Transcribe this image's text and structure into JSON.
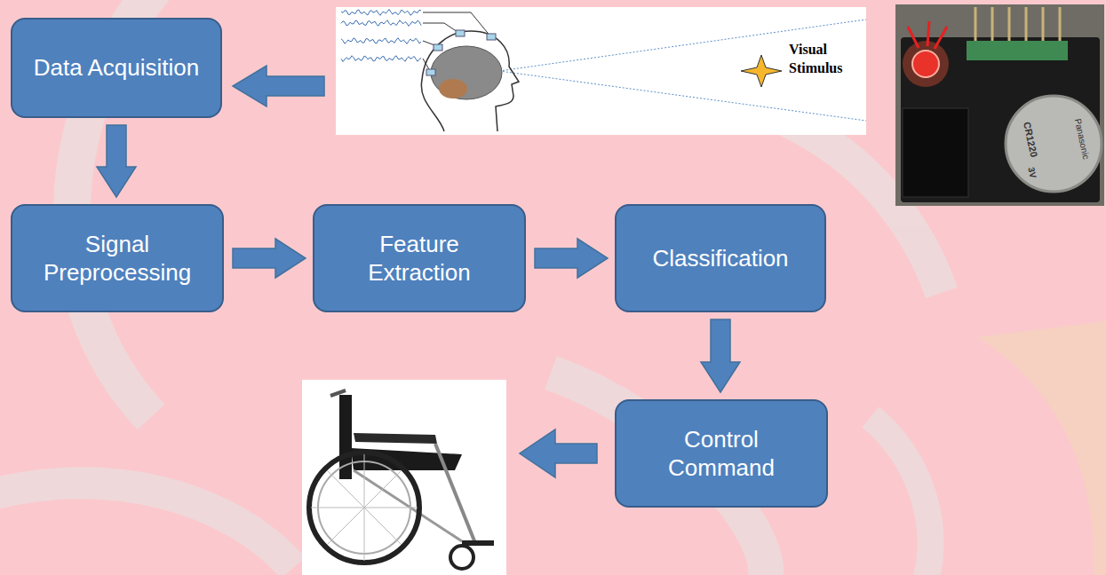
{
  "diagram": {
    "nodes": [
      {
        "text": [
          "Data Acquisition"
        ]
      },
      {
        "text": [
          "Signal Preprocessing"
        ]
      },
      {
        "text": [
          "Feature Extraction"
        ]
      },
      {
        "text": [
          "Classification"
        ]
      },
      {
        "text": [
          "Control Command"
        ]
      }
    ],
    "edges": [
      {
        "from": 0,
        "to": 1,
        "arrow": "to"
      },
      {
        "from": 1,
        "to": 2,
        "arrow": "to"
      },
      {
        "from": 2,
        "to": 3,
        "arrow": "to"
      },
      {
        "from": 3,
        "to": 4,
        "arrow": "to"
      }
    ],
    "labels": [
      "Visual Stimulus",
      "Panasonic",
      "CR1220",
      "3V"
    ]
  }
}
